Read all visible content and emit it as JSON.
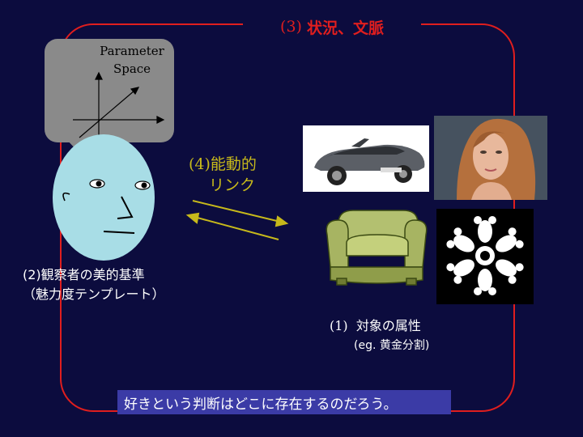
{
  "context": {
    "number": "(3)",
    "label": "状況、文脈"
  },
  "parameter_space": {
    "line1": "Parameter",
    "line2": "Space"
  },
  "observer": {
    "line1": "(2)観察者の美的基準",
    "line2": "（魅力度テンプレート）"
  },
  "active_link": {
    "number": "(4)",
    "label": "能動的",
    "line2": "リンク"
  },
  "object": {
    "number": "(1)",
    "label": "対象の属性",
    "example": "(eg. 黄金分割)"
  },
  "question": "好きという判断はどこに存在するのだろう。",
  "colors": {
    "background": "#0c0c3e",
    "frame": "#e01e1e",
    "link": "#c7b91b",
    "face": "#a8dde6",
    "question_bg": "#3b3ba6"
  }
}
